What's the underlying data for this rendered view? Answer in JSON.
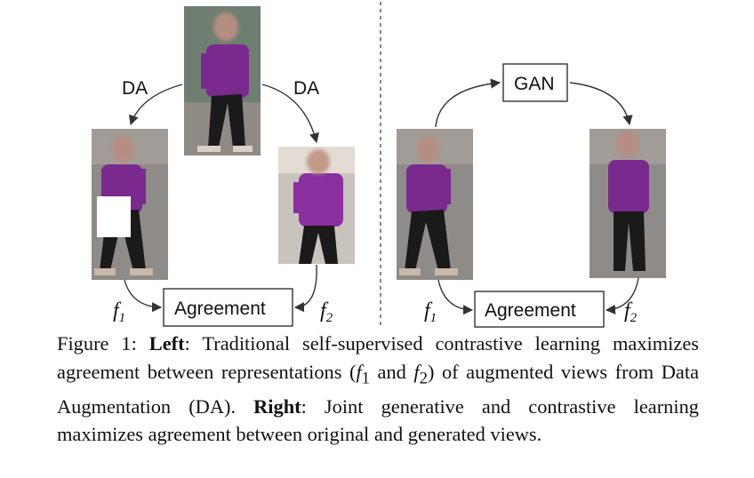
{
  "figure": {
    "left_panel": {
      "da_label_left": "DA",
      "da_label_right": "DA",
      "agreement_label": "Agreement",
      "f1_symbol": "f",
      "f1_sub": "1",
      "f2_symbol": "f",
      "f2_sub": "2"
    },
    "right_panel": {
      "gan_label": "GAN",
      "agreement_label": "Agreement",
      "f1_symbol": "f",
      "f1_sub": "1",
      "f2_symbol": "f",
      "f2_sub": "2"
    },
    "colors": {
      "shirt": "#7a2a8f",
      "pants": "#1a1a1a",
      "ground": "#8e8b88",
      "face_blur": "#b58e82"
    }
  },
  "caption": {
    "prefix": "Figure 1: ",
    "left_heading": "Left",
    "text_1": ": Traditional self-supervised contrastive learning maximizes agreement between representations (",
    "f1": "f",
    "f1_sub": "1",
    "and_word": " and ",
    "f2": "f",
    "f2_sub": "2",
    "text_2": ") of augmented views from Data Augmentation (DA). ",
    "right_heading": "Right",
    "text_3": ": Joint generative and contrastive learning maximizes agreement between original and generated views."
  }
}
